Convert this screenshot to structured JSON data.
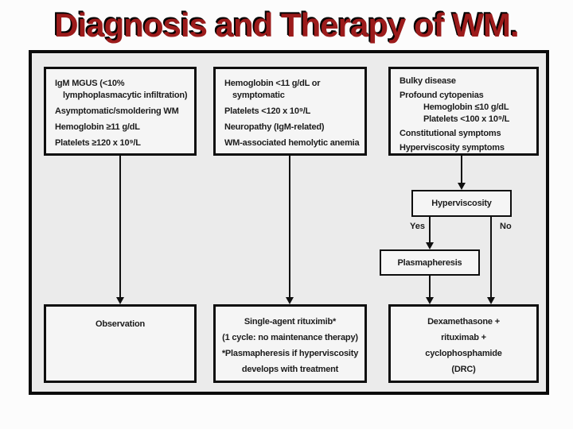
{
  "title": {
    "text": "Diagnosis and Therapy of WM."
  },
  "colors": {
    "title_red": "#9c1b1b",
    "line_black": "#101010",
    "panel_bg": "#ebebeb",
    "box_bg": "#f5f5f5"
  },
  "flowchart": {
    "criteria": {
      "asymptomatic": {
        "lines": [
          "IgM MGUS (<10%",
          "lymphoplasmacytic infiltration)",
          "Asymptomatic/smoldering WM",
          "Hemoglobin ≥11 g/dL",
          "Platelets ≥120 x 10⁹/L"
        ]
      },
      "symptomatic": {
        "lines": [
          "Hemoglobin <11 g/dL or",
          "symptomatic",
          "Platelets <120 x 10⁹/L",
          "Neuropathy (IgM-related)",
          "WM-associated hemolytic anemia"
        ]
      },
      "severe": {
        "lines": [
          "Bulky disease",
          "Profound cytopenias",
          "Hemoglobin ≤10 g/dL",
          "Platelets <100 x 10⁹/L",
          "Constitutional symptoms",
          "Hyperviscosity symptoms"
        ]
      }
    },
    "decision": {
      "label": "Hyperviscosity",
      "yes": "Yes",
      "no": "No"
    },
    "plasmapheresis": {
      "label": "Plasmapheresis"
    },
    "outcomes": {
      "observation": {
        "label": "Observation"
      },
      "rituximab": {
        "lines": [
          "Single-agent rituximib*",
          "(1 cycle: no maintenance therapy)",
          "*Plasmapheresis if hyperviscosity",
          "develops with treatment"
        ]
      },
      "drc": {
        "lines": [
          "Dexamethasone +",
          "rituximab +",
          "cyclophosphamide",
          "(DRC)"
        ]
      }
    }
  }
}
